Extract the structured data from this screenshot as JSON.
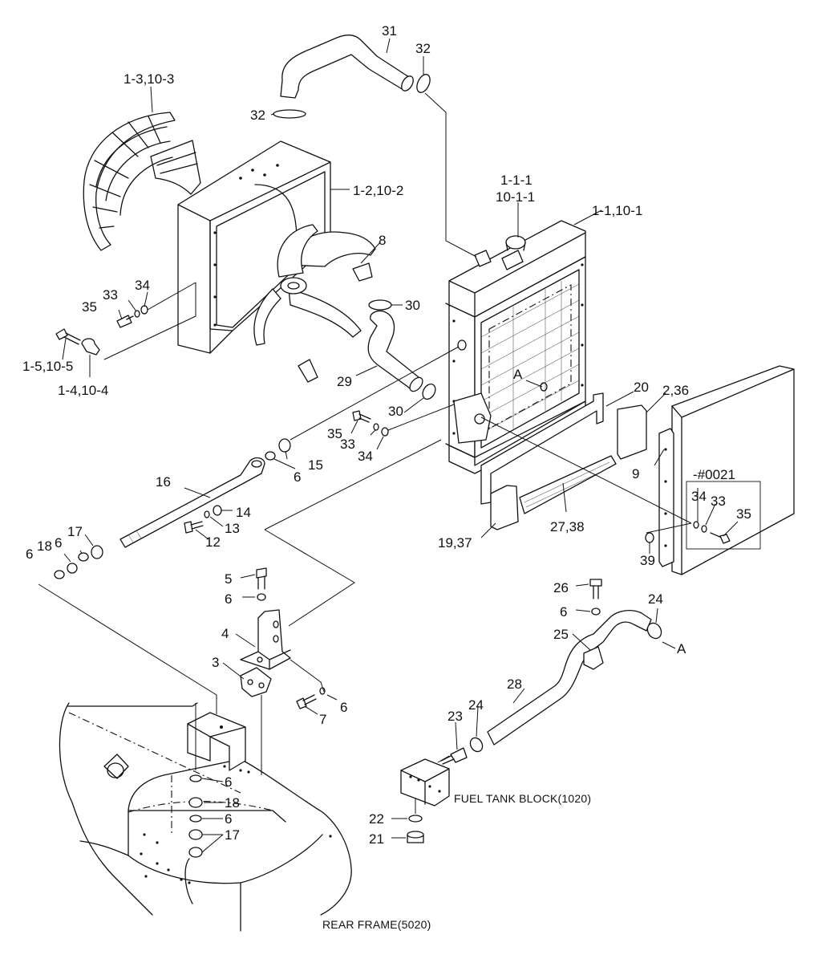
{
  "callouts": {
    "c31": "31",
    "c32a": "32",
    "c32b": "32",
    "c1_3": "1-3,10-3",
    "c1_2": "1-2,10-2",
    "c1_1_1a": "1-1-1",
    "c1_1_1b": "10-1-1",
    "c1_1": "1-1,10-1",
    "c8": "8",
    "c34a": "34",
    "c33a": "33",
    "c35a": "35",
    "c30a": "30",
    "c1_5": "1-5,10-5",
    "c1_4": "1-4,10-4",
    "c29": "29",
    "cA1": "A",
    "c20": "20",
    "c2_36": "2,36",
    "c30b": "30",
    "c35b": "35",
    "c33b": "33",
    "c34b": "34",
    "c15": "15",
    "c6a": "6",
    "c16": "16",
    "c9": "9",
    "c0021": "-#0021",
    "c34c": "34",
    "c33c": "33",
    "c35c": "35",
    "c14": "14",
    "c13": "13",
    "c12": "12",
    "c27_38": "27,38",
    "c19_37": "19,37",
    "c17a": "17",
    "c18a": "18",
    "c6b": "6",
    "c6c": "6",
    "c39": "39",
    "c5": "5",
    "c6d": "6",
    "c26": "26",
    "c6e": "6",
    "c24a": "24",
    "cA2": "A",
    "c4": "4",
    "c25": "25",
    "c3": "3",
    "c28": "28",
    "c6f": "6",
    "c7": "7",
    "c23": "23",
    "c24b": "24",
    "c6g": "6",
    "c18b": "18",
    "c6h": "6",
    "c17b": "17",
    "c22": "22",
    "c21": "21"
  },
  "captions": {
    "fuel_tank_block": "FUEL TANK BLOCK(1020)",
    "rear_frame": "REAR FRAME(5020)"
  }
}
